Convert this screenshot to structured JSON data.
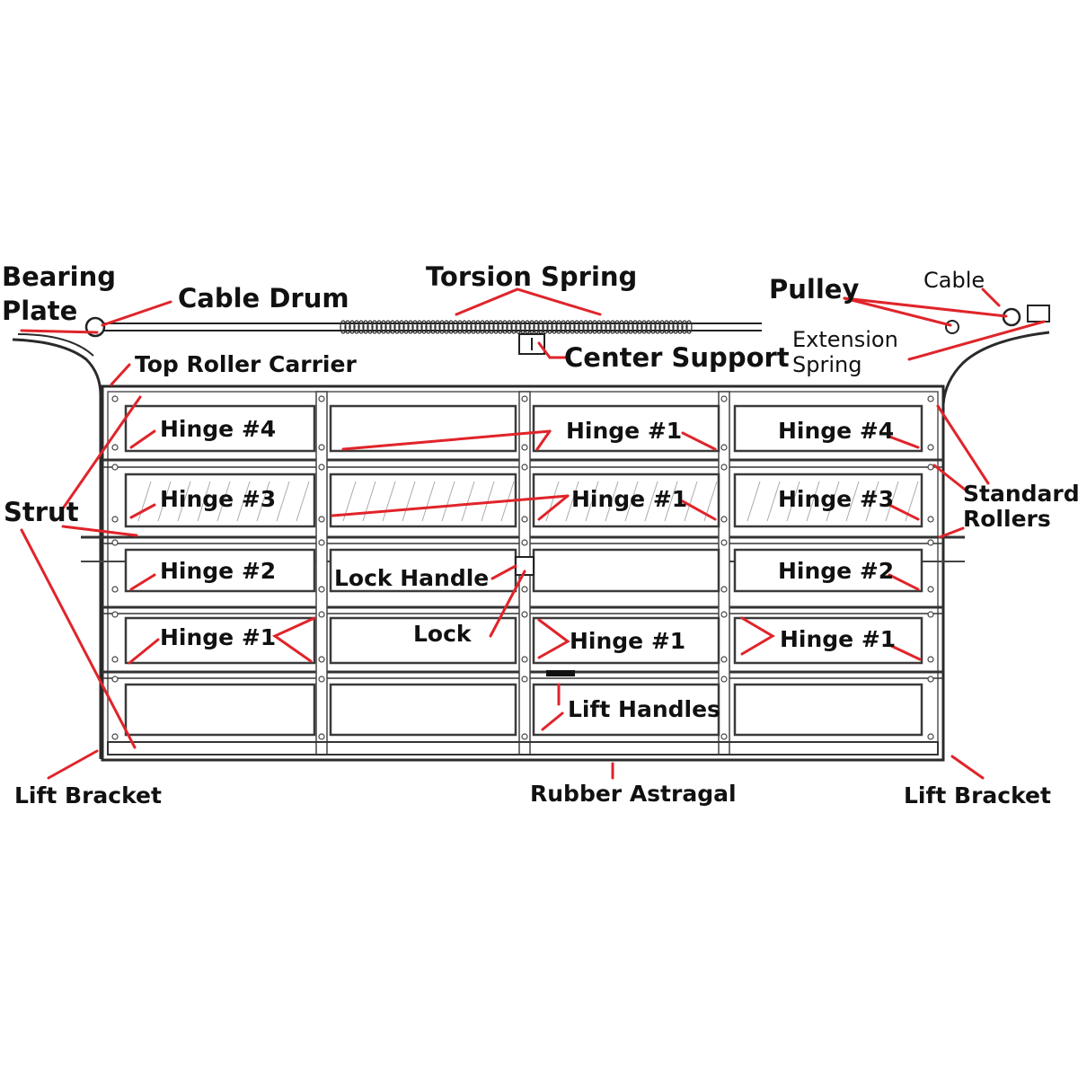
{
  "labels": {
    "bearing_plate_1": "Bearing",
    "bearing_plate_2": "Plate",
    "cable_drum": "Cable Drum",
    "torsion_spring": "Torsion Spring",
    "pulley": "Pulley",
    "cable": "Cable",
    "extension_spring_1": "Extension",
    "extension_spring_2": "Spring",
    "top_roller_carrier": "Top Roller Carrier",
    "center_support": "Center Support",
    "strut": "Strut",
    "standard_rollers_1": "Standard",
    "standard_rollers_2": "Rollers",
    "hinge4_left": "Hinge #4",
    "hinge4_right": "Hinge #4",
    "hinge3_left": "Hinge #3",
    "hinge3_right": "Hinge #3",
    "hinge2_left": "Hinge #2",
    "hinge2_right": "Hinge #2",
    "hinge1_row1": "Hinge #1",
    "hinge1_row2": "Hinge #1",
    "hinge1_left": "Hinge #1",
    "hinge1_center": "Hinge #1",
    "hinge1_right": "Hinge #1",
    "lock_handle": "Lock Handle",
    "lock": "Lock",
    "lift_handles": "Lift Handles",
    "lift_bracket_left": "Lift Bracket",
    "lift_bracket_right": "Lift Bracket",
    "rubber_astragal": "Rubber Astragal"
  },
  "colors": {
    "leader": "#e0242a",
    "outline": "#2a2a2a",
    "background": "#ffffff"
  }
}
